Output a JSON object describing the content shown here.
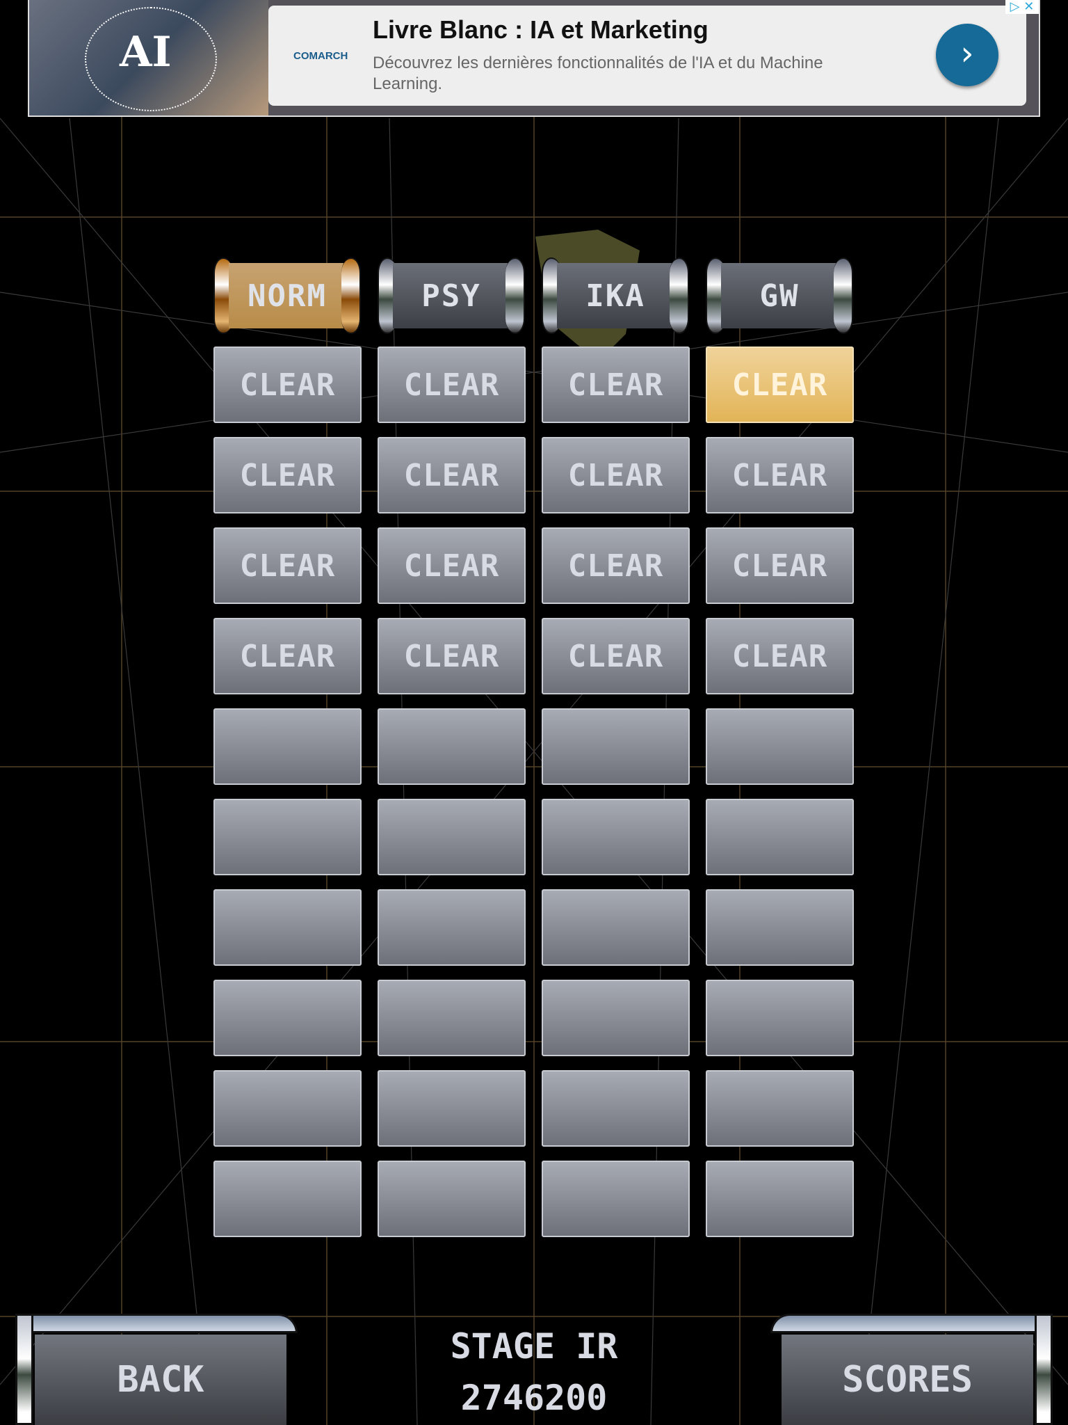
{
  "ad": {
    "brand": "COMARCH",
    "image_text": "AI",
    "title": "Livre Blanc : IA et Marketing",
    "description": "Découvrez les dernières fonctionnalités de l'IA et du Machine Learning.",
    "go_icon": "chevron-right-icon",
    "adchoices_icon": "adchoices-icon",
    "close_icon": "close-icon"
  },
  "tabs": [
    {
      "label": "NORM",
      "active": true
    },
    {
      "label": "PSY",
      "active": false
    },
    {
      "label": "IKA",
      "active": false
    },
    {
      "label": "GW",
      "active": false
    }
  ],
  "grid": [
    [
      "CLEAR",
      "CLEAR",
      "CLEAR",
      "CLEAR"
    ],
    [
      "CLEAR",
      "CLEAR",
      "CLEAR",
      "CLEAR"
    ],
    [
      "CLEAR",
      "CLEAR",
      "CLEAR",
      "CLEAR"
    ],
    [
      "CLEAR",
      "CLEAR",
      "CLEAR",
      "CLEAR"
    ],
    [
      "",
      "",
      "",
      ""
    ],
    [
      "",
      "",
      "",
      ""
    ],
    [
      "",
      "",
      "",
      ""
    ],
    [
      "",
      "",
      "",
      ""
    ],
    [
      "",
      "",
      "",
      ""
    ],
    [
      "",
      "",
      "",
      ""
    ]
  ],
  "selected_cell": {
    "row": 0,
    "col": 3
  },
  "footer": {
    "back_label": "BACK",
    "scores_label": "SCORES",
    "stage_label": "STAGE IR",
    "score": "2746200"
  }
}
